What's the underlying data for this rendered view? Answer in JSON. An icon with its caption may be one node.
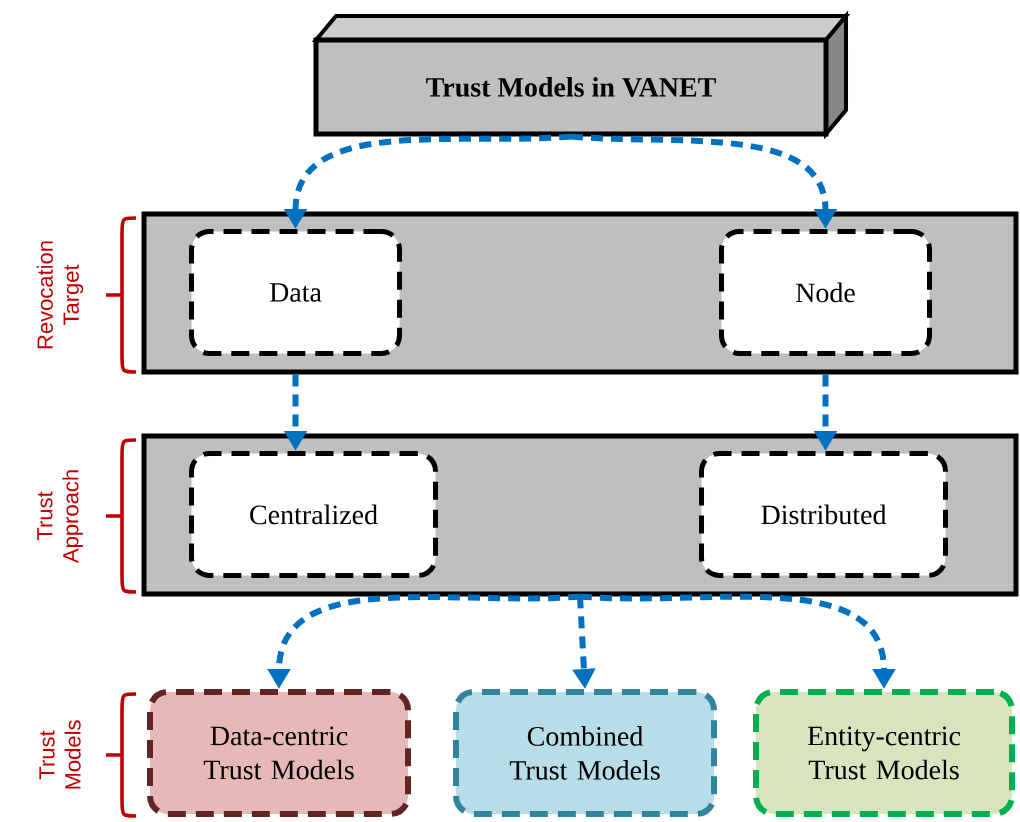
{
  "diagram": {
    "nodes": [
      {
        "text": [
          "Trust Models in VANET"
        ]
      },
      {
        "text": [],
        "shape": "box"
      },
      {
        "text": [
          "Data"
        ],
        "in": 1
      },
      {
        "text": [
          "Node"
        ],
        "in": 1
      },
      {
        "text": [],
        "shape": "box"
      },
      {
        "text": [
          "Centralized"
        ],
        "in": 4
      },
      {
        "text": [
          "Distributed"
        ],
        "in": 4
      },
      {
        "text": [
          "Data-centric Trust Models"
        ]
      },
      {
        "text": [
          "Combined Trust Models"
        ]
      },
      {
        "text": [
          "Entity-centric Trust Models"
        ]
      }
    ],
    "edges": [
      {
        "from": 0,
        "to": 2,
        "arrow": "to",
        "style": "dashed"
      },
      {
        "from": 0,
        "to": 3,
        "arrow": "to",
        "style": "dashed"
      },
      {
        "from": 2,
        "to": 5,
        "arrow": "to",
        "style": "dashed"
      },
      {
        "from": 3,
        "to": 6,
        "arrow": "to",
        "style": "dashed"
      },
      {
        "from": 4,
        "to": 7,
        "arrow": "to",
        "style": "dashed"
      },
      {
        "from": 4,
        "to": 8,
        "arrow": "to",
        "style": "dashed"
      },
      {
        "from": 4,
        "to": 9,
        "arrow": "to",
        "style": "dashed"
      }
    ],
    "labels": [
      "Revocation Target",
      "Trust Approach",
      "Trust Models"
    ]
  }
}
